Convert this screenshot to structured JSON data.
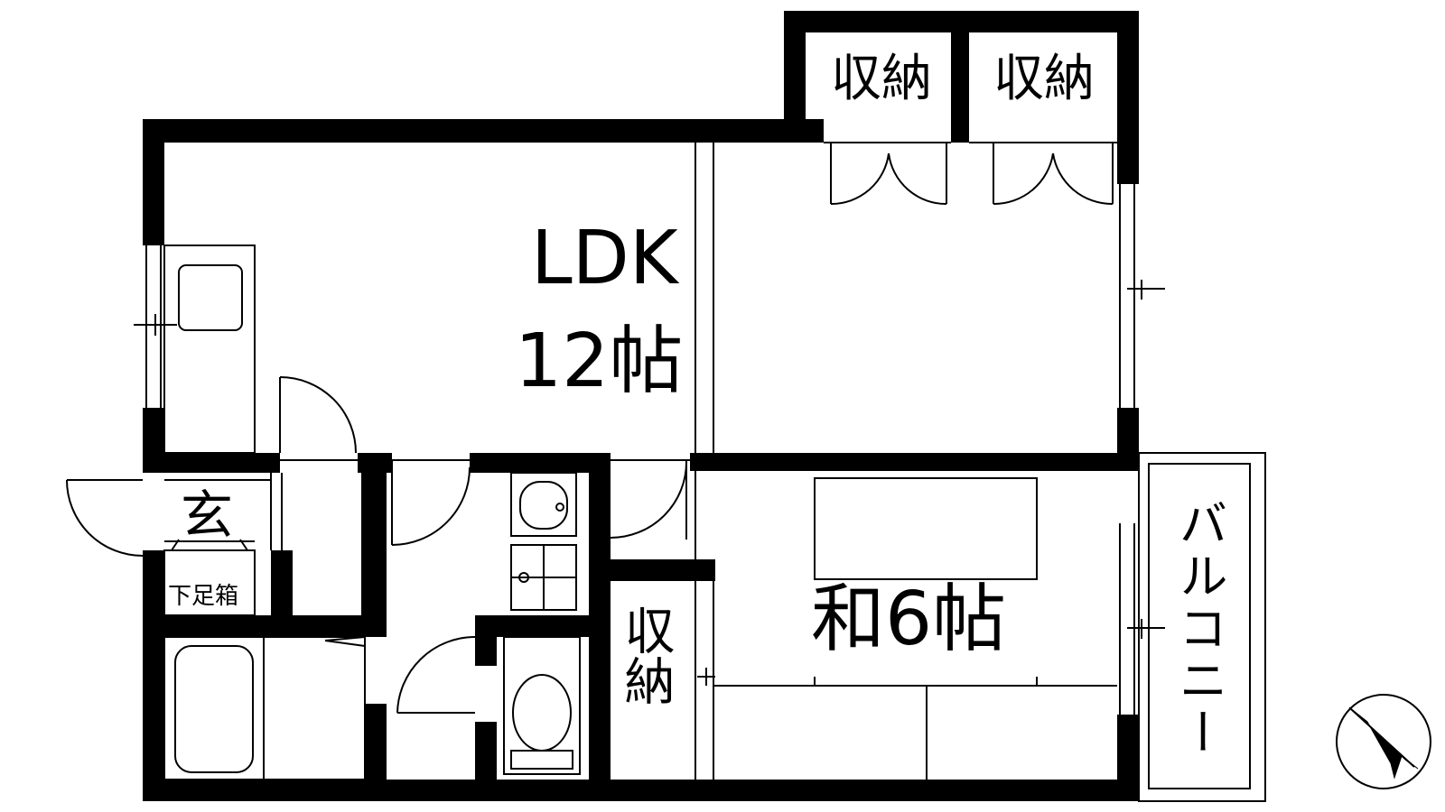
{
  "plan": {
    "rooms": {
      "ldk_name": "LDK",
      "ldk_size": "12帖",
      "washitsu": "和6帖",
      "storage_top_left": "収納",
      "storage_top_right": "収納",
      "storage_middle": "収納",
      "entrance": "玄",
      "shoe_box": "下足箱",
      "balcony": "バルコニー"
    },
    "compass": {
      "pointer_direction": "south-east"
    },
    "colors": {
      "wall": "#000000",
      "line": "#000000",
      "background": "#ffffff"
    }
  }
}
